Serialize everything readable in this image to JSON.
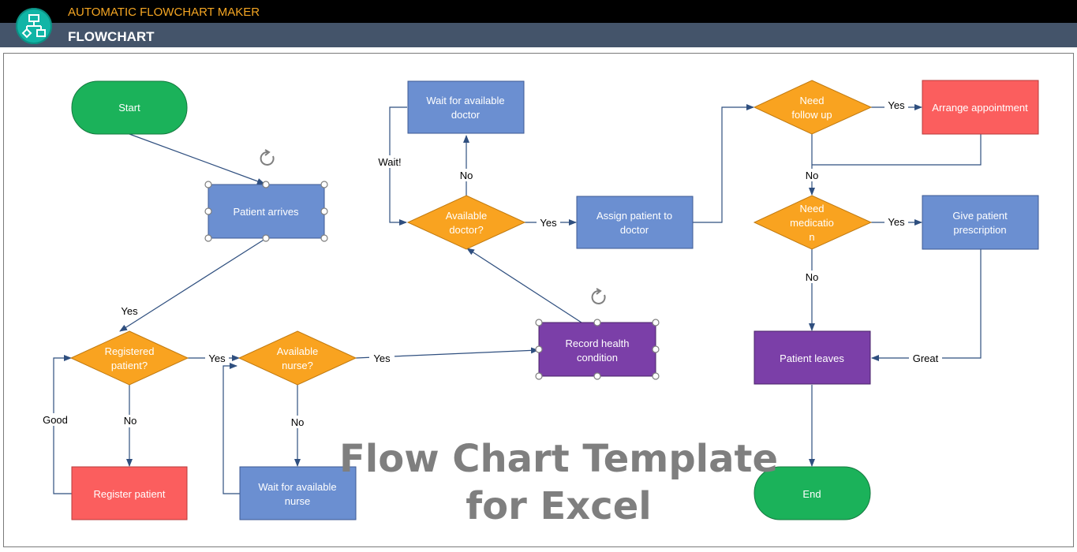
{
  "header": {
    "app_title": "AUTOMATIC FLOWCHART MAKER",
    "page_title": "FLOWCHART",
    "logo_icon": "flowchart-icon"
  },
  "colors": {
    "terminal": "#1bb25a",
    "process_blue": "#6b8fd1",
    "decision": "#f9a320",
    "process_red": "#fb5e5e",
    "process_purple": "#7b3fa8",
    "edge": "#2f4f7f"
  },
  "nodes": {
    "start": "Start",
    "patient_arrives": "Patient arrives",
    "registered_l1": "Registered",
    "registered_l2": "patient?",
    "register_patient": "Register patient",
    "avail_nurse_l1": "Available",
    "avail_nurse_l2": "nurse?",
    "wait_nurse_l1": "Wait for available",
    "wait_nurse_l2": "nurse",
    "record_l1": "Record health",
    "record_l2": "condition",
    "avail_doctor_l1": "Available",
    "avail_doctor_l2": "doctor?",
    "wait_doctor_l1": "Wait for available",
    "wait_doctor_l2": "doctor",
    "assign_l1": "Assign patient to",
    "assign_l2": "doctor",
    "follow_l1": "Need",
    "follow_l2": "follow up",
    "arrange": "Arrange appointment",
    "medication_l1": "Need",
    "medication_l2": "medicatio",
    "medication_l3": "n",
    "prescription_l1": "Give patient",
    "prescription_l2": "prescription",
    "patient_leaves": "Patient leaves",
    "end": "End"
  },
  "edge_labels": {
    "yes_to_registered": "Yes",
    "yes_registered": "Yes",
    "no_registered": "No",
    "good": "Good",
    "yes_nurse": "Yes",
    "no_nurse": "No",
    "yes_doctor": "Yes",
    "no_doctor": "No",
    "wait": "Wait!",
    "yes_follow": "Yes",
    "no_follow": "No",
    "yes_medication": "Yes",
    "no_medication": "No",
    "great": "Great"
  },
  "watermark": {
    "line1": "Flow Chart Template",
    "line2": "for Excel"
  }
}
